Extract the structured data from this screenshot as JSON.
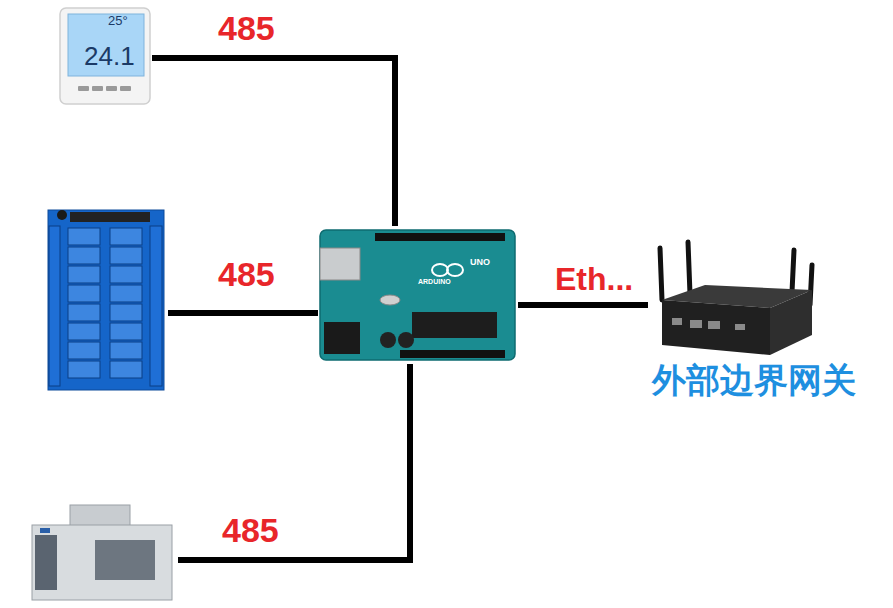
{
  "diagram": {
    "nodes": [
      {
        "text": [
          "25°",
          "24.1"
        ]
      },
      {
        "text": []
      },
      {
        "text": [
          "UNO",
          "ARDUINO"
        ]
      },
      {
        "text": [
          "外部边界网关"
        ]
      },
      {
        "text": []
      }
    ],
    "edges": [
      {
        "from": 0,
        "to": 2,
        "arrow": "none",
        "label": "485"
      },
      {
        "from": 1,
        "to": 2,
        "arrow": "none",
        "label": "485"
      },
      {
        "from": 4,
        "to": 2,
        "arrow": "none",
        "label": "485"
      },
      {
        "from": 2,
        "to": 3,
        "arrow": "none",
        "label": "Eth..."
      }
    ]
  }
}
